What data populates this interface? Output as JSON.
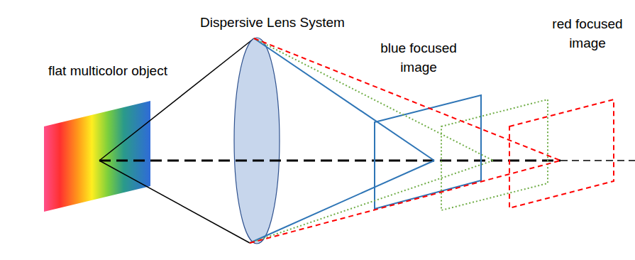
{
  "diagram": {
    "labels": [
      "Dispersive Lens System",
      "flat multicolor object",
      "blue focused image",
      "red focused image"
    ]
  }
}
